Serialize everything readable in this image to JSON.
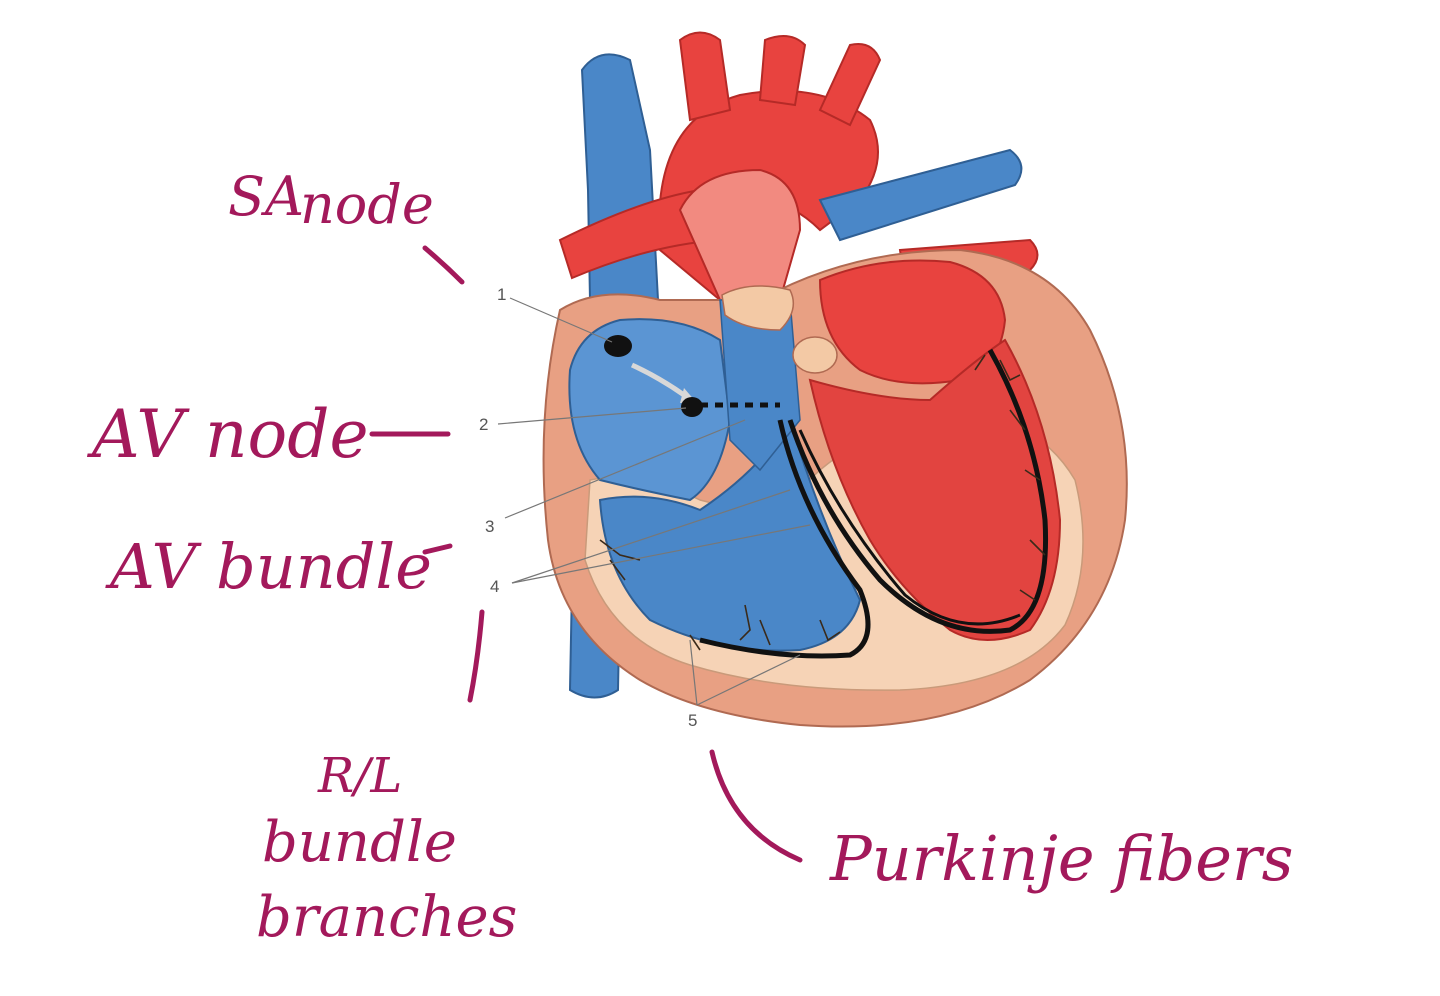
{
  "labels": {
    "sa_node_line1": "SA",
    "sa_node_line2": "node",
    "av_node": "AV node",
    "av_bundle": "AV bundle",
    "bundle_branches_line1": "R/L",
    "bundle_branches_line2": "bundle",
    "bundle_branches_line3": "branches",
    "purkinje": "Purkinje fibers"
  },
  "numbers": {
    "n1": "1",
    "n2": "2",
    "n3": "3",
    "n4": "4",
    "n5": "5"
  },
  "colors": {
    "ink": "#a3195b",
    "venous_blue": "#4a87c8",
    "arterial_red": "#e8433f",
    "muscle_outer": "#e8a083",
    "muscle_inner": "#f6d3b6",
    "conduction": "#111111"
  }
}
